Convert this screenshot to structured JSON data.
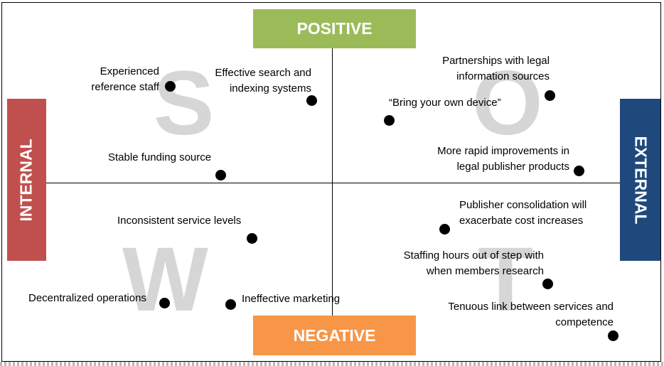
{
  "quadrant_letters": {
    "s": "S",
    "o": "O",
    "w": "W",
    "t": "T"
  },
  "labels": {
    "positive": "POSITIVE",
    "negative": "NEGATIVE",
    "internal": "INTERNAL",
    "external": "EXTERNAL"
  },
  "colors": {
    "positive": "#9BBB59",
    "negative": "#F79646",
    "internal": "#C0504D",
    "external": "#1F497D"
  },
  "strengths": {
    "experienced": "Experienced\nreference staff",
    "search": "Effective search and\nindexing systems",
    "funding": "Stable funding source"
  },
  "opportunities": {
    "partnerships": "Partnerships with legal\ninformation sources",
    "byod": "“Bring your own device”",
    "improvements": "More rapid improvements in\nlegal publisher products"
  },
  "weaknesses": {
    "inconsistent": "Inconsistent service levels",
    "decentralized": "Decentralized operations",
    "marketing": "Ineffective marketing"
  },
  "threats": {
    "consolidation": "Publisher consolidation will\nexacerbate cost increases",
    "staffing": "Staffing hours out of step with\nwhen members research",
    "tenuous": "Tenuous link between services and\ncompetence"
  }
}
